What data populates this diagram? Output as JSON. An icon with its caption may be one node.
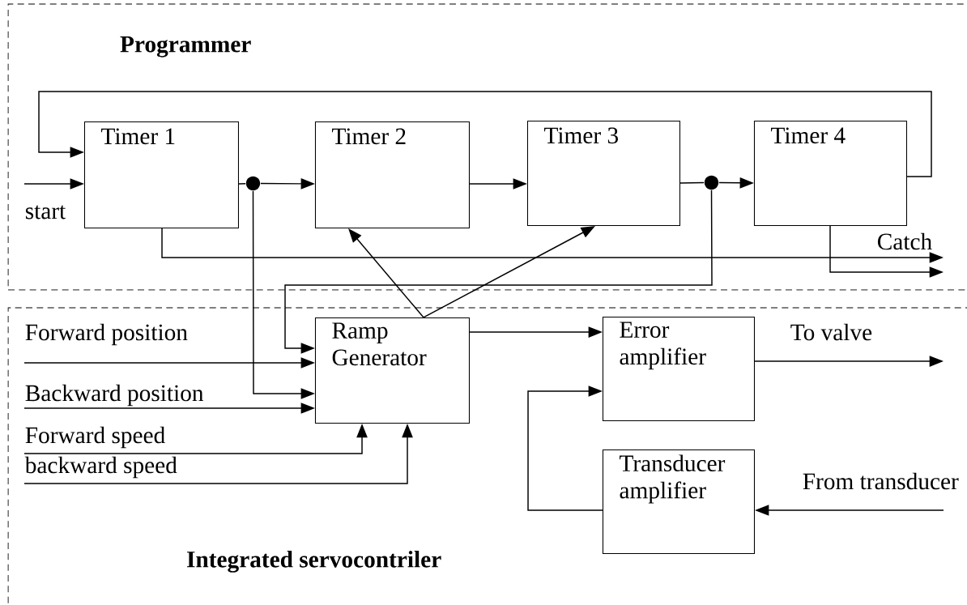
{
  "diagram": {
    "nodes": [
      {
        "text": [
          "Programmer"
        ]
      },
      {
        "text": [
          "Integrated servocontriler"
        ]
      },
      {
        "text": [
          "Timer 1"
        ],
        "in": 0
      },
      {
        "text": [
          "Timer 2"
        ],
        "in": 0
      },
      {
        "text": [
          "Timer 3"
        ],
        "in": 0
      },
      {
        "text": [
          "Timer 4"
        ],
        "in": 0
      },
      {
        "text": [
          "Ramp Generator"
        ],
        "in": 1
      },
      {
        "text": [
          "Error amplifier"
        ],
        "in": 1
      },
      {
        "text": [
          "Transducer amplifier"
        ],
        "in": 1
      },
      {
        "text": [],
        "shape": "circle",
        "in": 0
      },
      {
        "text": [],
        "shape": "circle",
        "in": 0
      }
    ],
    "edges": [
      {
        "from": null,
        "to": 2,
        "arrow": "to",
        "label": "start"
      },
      {
        "from": 5,
        "to": 2,
        "arrow": "to"
      },
      {
        "from": 2,
        "to": 9,
        "arrow": "none"
      },
      {
        "from": 9,
        "to": 3,
        "arrow": "to"
      },
      {
        "from": 9,
        "to": 6,
        "arrow": "to"
      },
      {
        "from": 3,
        "to": 4,
        "arrow": "to"
      },
      {
        "from": 4,
        "to": 10,
        "arrow": "none"
      },
      {
        "from": 10,
        "to": 5,
        "arrow": "to"
      },
      {
        "from": 10,
        "to": 6,
        "arrow": "to"
      },
      {
        "from": 6,
        "to": 3,
        "arrow": "to"
      },
      {
        "from": 6,
        "to": 4,
        "arrow": "to"
      },
      {
        "from": 2,
        "to": null,
        "arrow": "to",
        "label": "Catch"
      },
      {
        "from": 5,
        "to": null,
        "arrow": "to"
      },
      {
        "from": null,
        "to": 6,
        "arrow": "to",
        "label": "Forward position"
      },
      {
        "from": null,
        "to": 6,
        "arrow": "to",
        "label": "Backward position"
      },
      {
        "from": null,
        "to": 6,
        "arrow": "to",
        "label": "Forward speed"
      },
      {
        "from": null,
        "to": 6,
        "arrow": "to",
        "label": "backward speed"
      },
      {
        "from": 6,
        "to": 7,
        "arrow": "to"
      },
      {
        "from": 7,
        "to": null,
        "arrow": "to",
        "label": "To valve"
      },
      {
        "from": null,
        "to": 8,
        "arrow": "to",
        "label": "From transducer"
      },
      {
        "from": 8,
        "to": 7,
        "arrow": "to"
      }
    ]
  }
}
